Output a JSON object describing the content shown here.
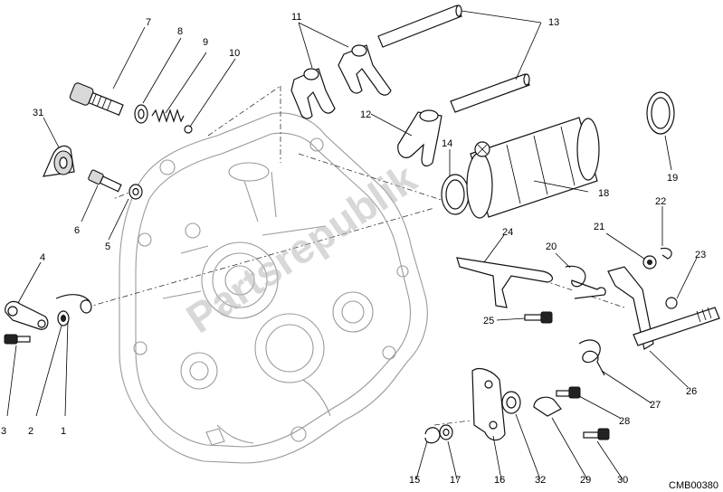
{
  "diagram": {
    "code": "CMB00380",
    "watermark": "Partsrepublik",
    "labels": [
      {
        "id": "1",
        "text": "1"
      },
      {
        "id": "2",
        "text": "2"
      },
      {
        "id": "3",
        "text": "3"
      },
      {
        "id": "4",
        "text": "4"
      },
      {
        "id": "5",
        "text": "5"
      },
      {
        "id": "6",
        "text": "6"
      },
      {
        "id": "7",
        "text": "7"
      },
      {
        "id": "8",
        "text": "8"
      },
      {
        "id": "9",
        "text": "9"
      },
      {
        "id": "10",
        "text": "10"
      },
      {
        "id": "11",
        "text": "11"
      },
      {
        "id": "12",
        "text": "12"
      },
      {
        "id": "13",
        "text": "13"
      },
      {
        "id": "14",
        "text": "14"
      },
      {
        "id": "15",
        "text": "15"
      },
      {
        "id": "16",
        "text": "16"
      },
      {
        "id": "17",
        "text": "17"
      },
      {
        "id": "18",
        "text": "18"
      },
      {
        "id": "19",
        "text": "19"
      },
      {
        "id": "20",
        "text": "20"
      },
      {
        "id": "21",
        "text": "21"
      },
      {
        "id": "22",
        "text": "22"
      },
      {
        "id": "23",
        "text": "23"
      },
      {
        "id": "24",
        "text": "24"
      },
      {
        "id": "25",
        "text": "25"
      },
      {
        "id": "26",
        "text": "26"
      },
      {
        "id": "27",
        "text": "27"
      },
      {
        "id": "28",
        "text": "28"
      },
      {
        "id": "29",
        "text": "29"
      },
      {
        "id": "30",
        "text": "30"
      },
      {
        "id": "31",
        "text": "31"
      },
      {
        "id": "32",
        "text": "32"
      }
    ]
  }
}
